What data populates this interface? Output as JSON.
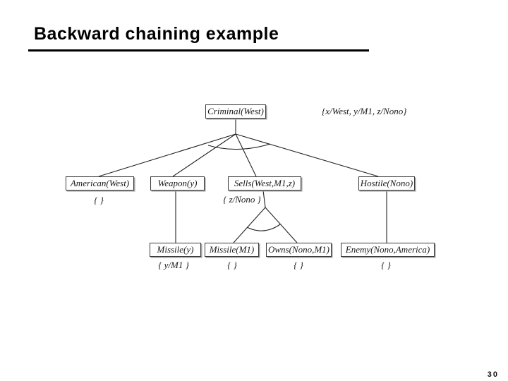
{
  "slide": {
    "title": "Backward chaining example",
    "page_number": "30"
  },
  "diagram": {
    "global_substitution": "{x/West, y/M1, z/Nono}",
    "nodes": [
      {
        "id": "criminal-west",
        "label": "Criminal(West)"
      },
      {
        "id": "american-west",
        "label": "American(West)",
        "substitution": "{ }"
      },
      {
        "id": "weapon-y",
        "label": "Weapon(y)"
      },
      {
        "id": "sells-west-m1-z",
        "label": "Sells(West,M1,z)",
        "substitution": "{ z/Nono }"
      },
      {
        "id": "hostile-nono",
        "label": "Hostile(Nono)"
      },
      {
        "id": "missile-y",
        "label": "Missile(y)",
        "substitution": "{ y/M1 }"
      },
      {
        "id": "missile-m1",
        "label": "Missile(M1)",
        "substitution": "{ }"
      },
      {
        "id": "owns-nono-m1",
        "label": "Owns(Nono,M1)",
        "substitution": "{ }"
      },
      {
        "id": "enemy-nono-america",
        "label": "Enemy(Nono,America)",
        "substitution": "{ }"
      }
    ]
  }
}
